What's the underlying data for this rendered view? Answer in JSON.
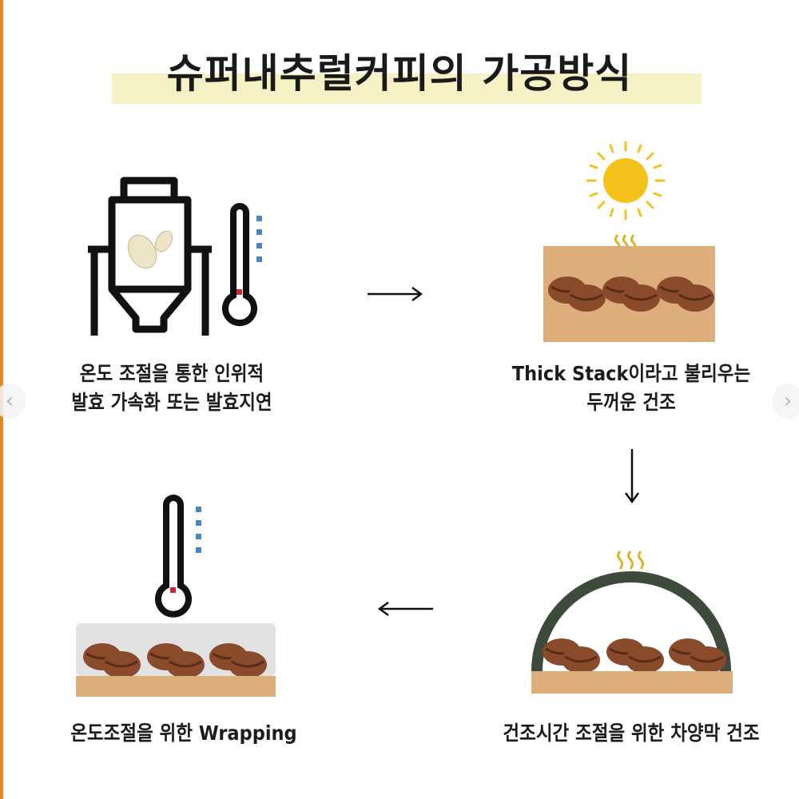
{
  "title": "슈퍼내추럴커피의 가공방식",
  "steps": [
    {
      "line1": "온도 조절을 통한 인위적",
      "line2": "발효 가속화 또는 발효지연"
    },
    {
      "line1": "Thick Stack이라고 불리우는",
      "line2": "두꺼운 건조"
    },
    {
      "line1": "건조시간 조절을 위한 차양막 건조"
    },
    {
      "line1": "온도조절을 위한 Wrapping"
    }
  ],
  "nav": {
    "prev": "‹",
    "next": "›"
  },
  "colors": {
    "bean": "#8a4a2c",
    "bed": "#dcae7c",
    "dome": "#3e4a3b",
    "sun": "#f5c21b",
    "highlight": "#f6f1c4"
  }
}
